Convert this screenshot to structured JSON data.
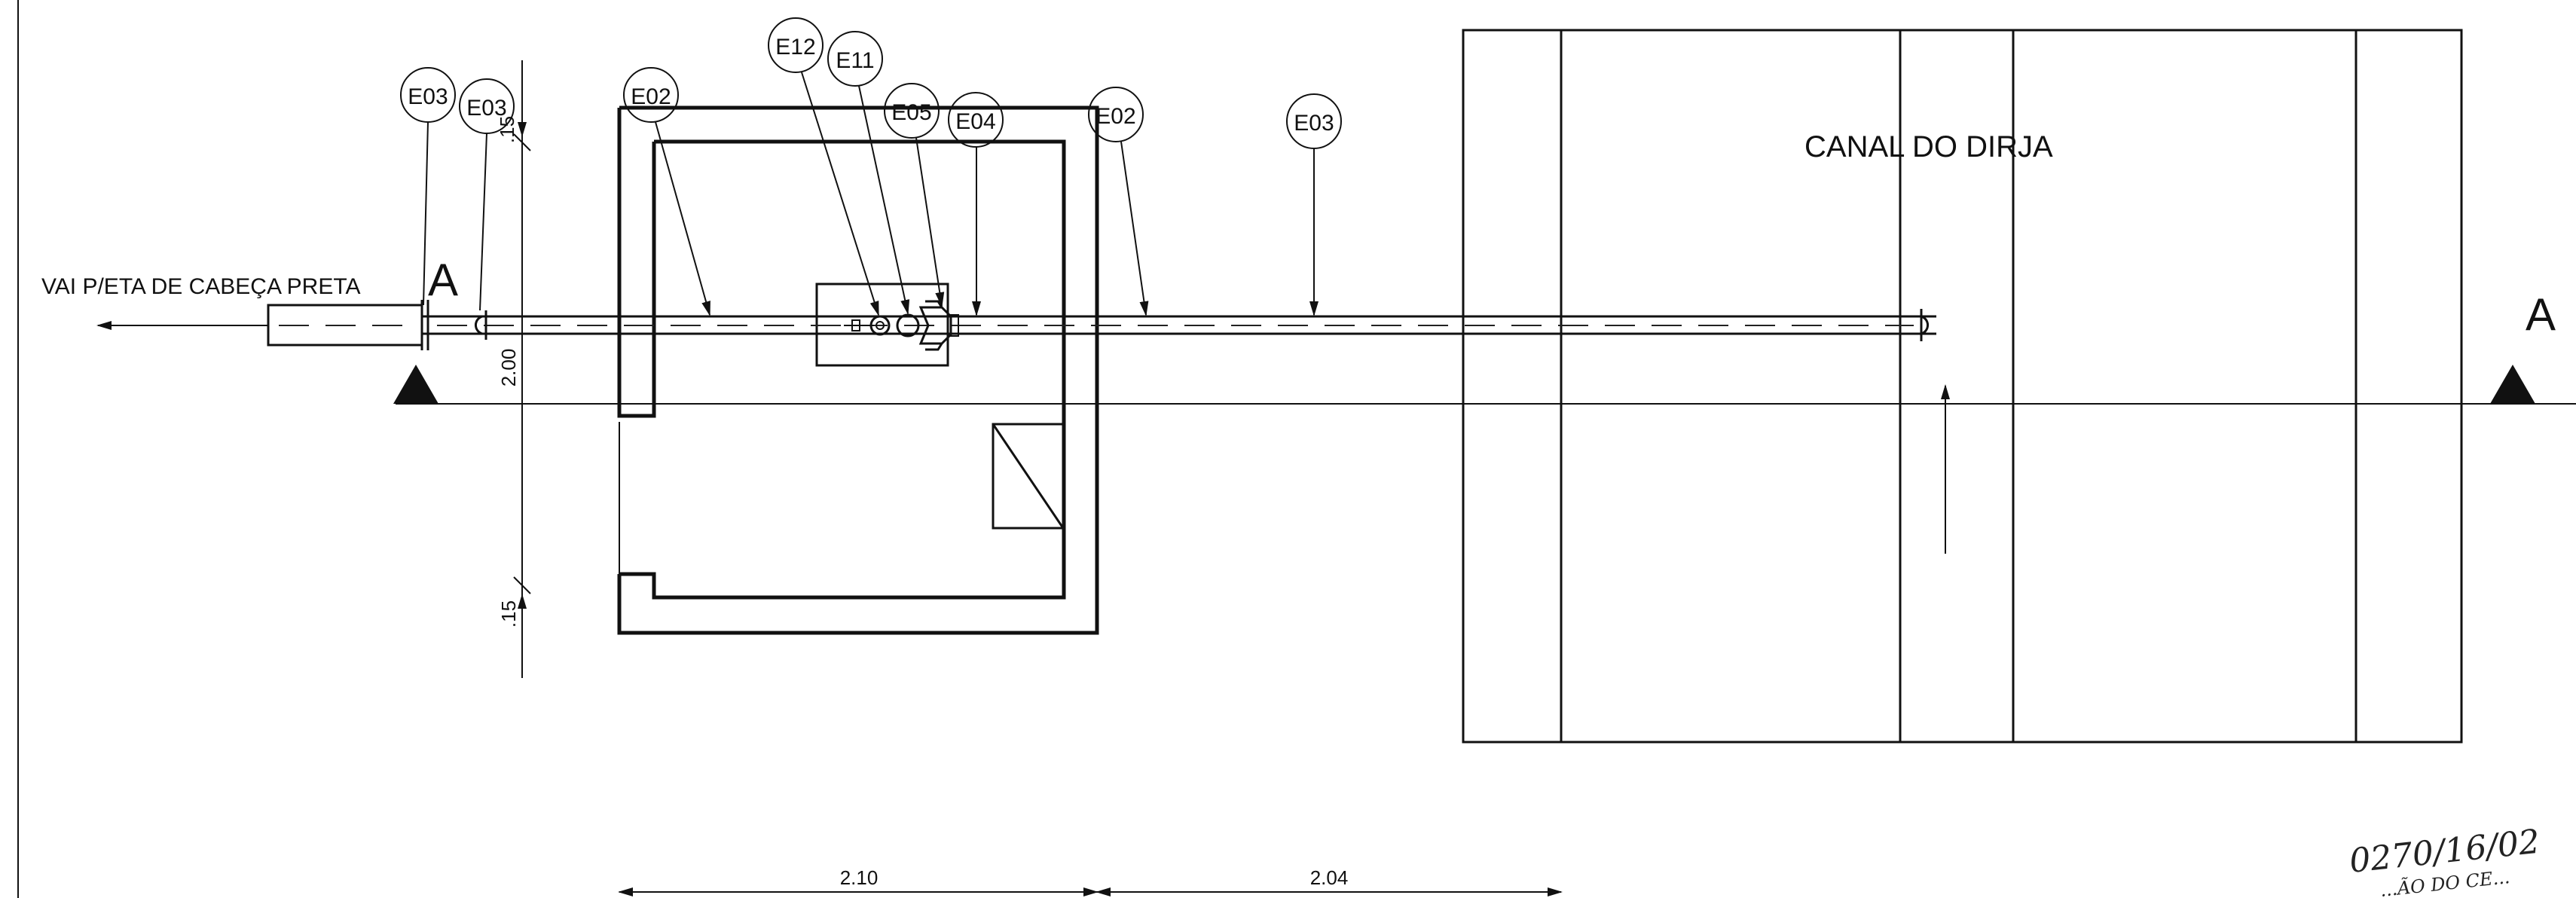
{
  "labels": {
    "destination": "VAI P/ETA DE CABEÇA PRETA",
    "canal": "CANAL DO DIRJA",
    "section_left": "A",
    "section_right": "A"
  },
  "callouts": {
    "c1": "E03",
    "c2": "E03",
    "c3": "E02",
    "c4": "E12",
    "c5": "E11",
    "c6": "E05",
    "c7": "E04",
    "c8": "E02",
    "c9": "E03"
  },
  "dimensions": {
    "d_top": ".15",
    "d_mid": "2.00",
    "d_bottom": ".15",
    "d_horiz_1": "2.10",
    "d_horiz_2": "2.04"
  },
  "stamp": {
    "handwritten": "0270/16/02",
    "partial": "...ÃO DO CE..."
  }
}
